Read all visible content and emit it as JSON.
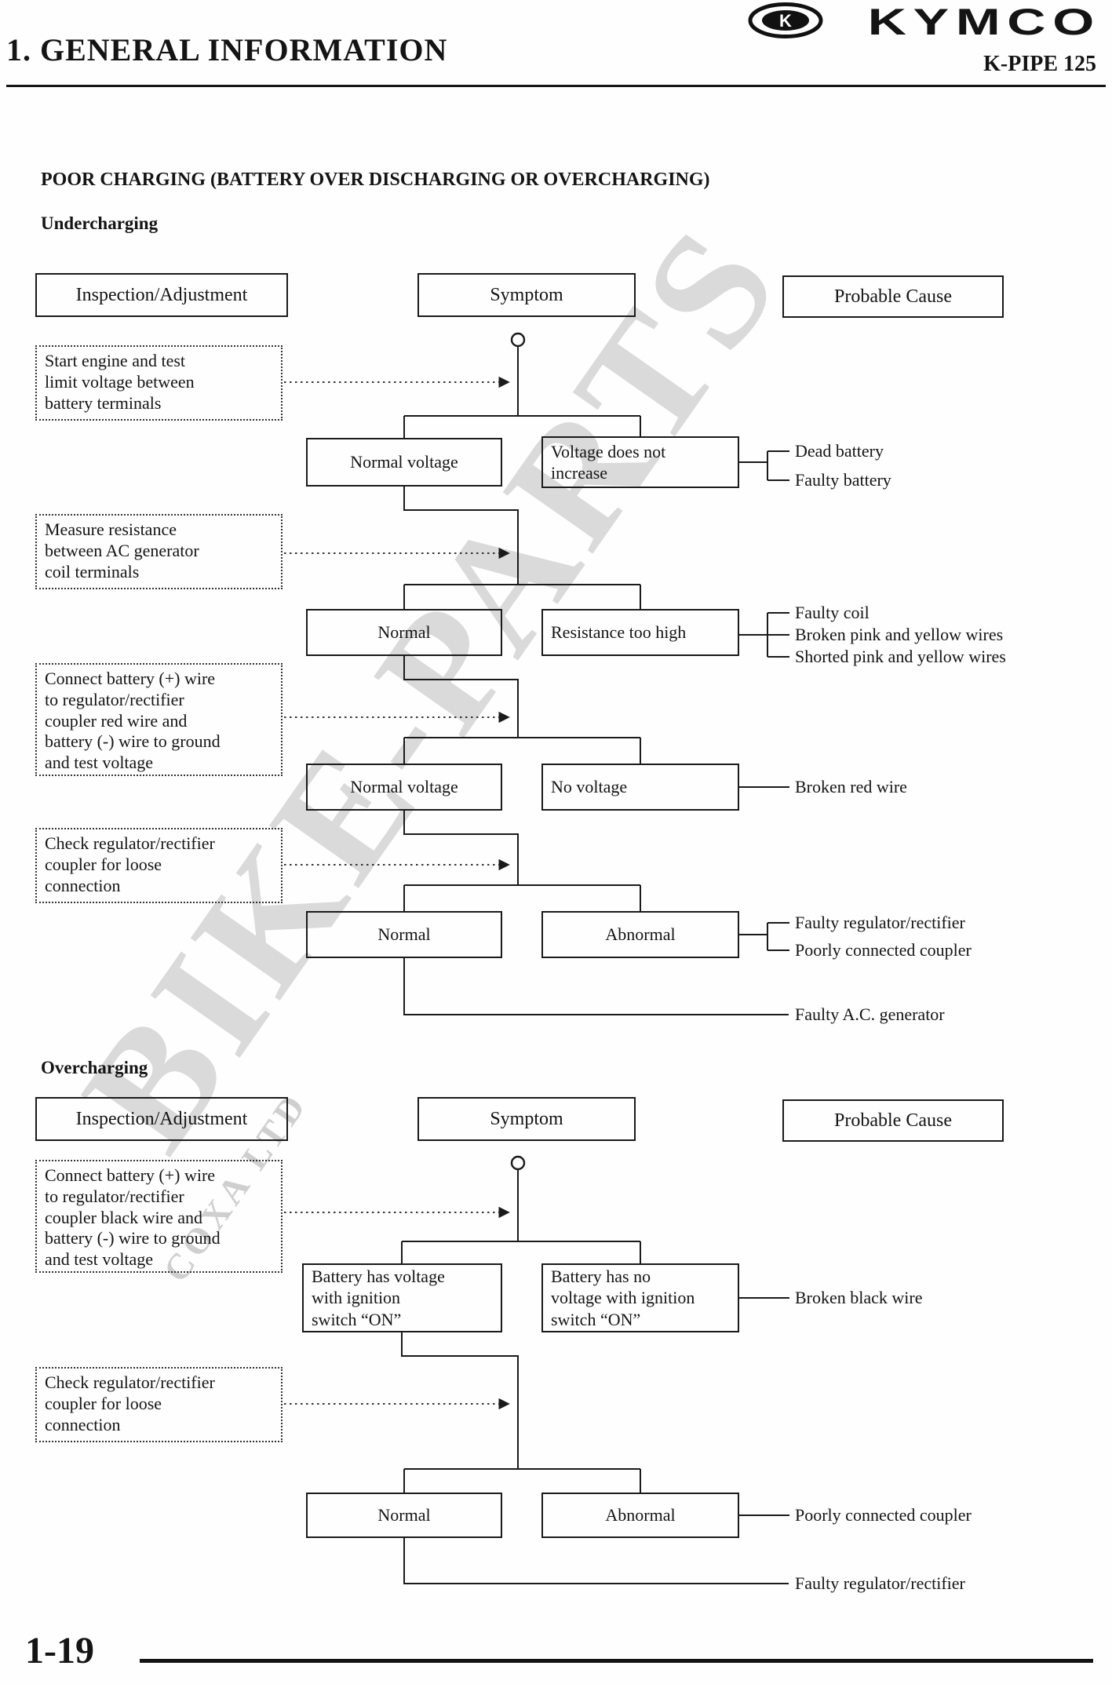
{
  "header": {
    "brand": "KYMCO",
    "logo_letter": "K",
    "section_title": "1. GENERAL INFORMATION",
    "model": "K-PIPE  125"
  },
  "watermark": {
    "main": "BIKE-PARTS",
    "sub": "COXA LTD"
  },
  "page": {
    "title": "POOR CHARGING (BATTERY OVER DISCHARGING OR OVERCHARGING)",
    "number": "1-19"
  },
  "columns": {
    "inspection": "Inspection/Adjustment",
    "symptom": "Symptom",
    "cause": "Probable Cause"
  },
  "undercharging": {
    "heading": "Undercharging",
    "inspections": [
      "Start engine and test\nlimit voltage between\nbattery terminals",
      "Measure resistance\nbetween AC generator\ncoil terminals",
      "Connect battery (+) wire\nto regulator/rectifier\ncoupler red wire and\nbattery (-) wire to ground\nand test voltage",
      "Check regulator/rectifier\ncoupler for loose\nconnection"
    ],
    "symptoms": {
      "row1_ok": "Normal voltage",
      "row1_bad": "Voltage does not\nincrease",
      "row2_ok": "Normal",
      "row2_bad": "Resistance too high",
      "row3_ok": "Normal voltage",
      "row3_bad": "No voltage",
      "row4_ok": "Normal",
      "row4_bad": "Abnormal"
    },
    "causes": {
      "row1": [
        "Dead battery",
        "Faulty battery"
      ],
      "row2": [
        "Faulty coil",
        "Broken pink and yellow wires",
        "Shorted pink and yellow wires"
      ],
      "row3": "Broken red wire",
      "row4": [
        "Faulty regulator/rectifier",
        "Poorly connected coupler"
      ],
      "final": "Faulty A.C. generator"
    }
  },
  "overcharging": {
    "heading": "Overcharging",
    "inspections": [
      "Connect battery (+) wire\nto regulator/rectifier\ncoupler black wire and\nbattery (-) wire to ground\nand test voltage",
      "Check regulator/rectifier\ncoupler for loose\nconnection"
    ],
    "symptoms": {
      "row1_ok": "Battery has voltage\nwith ignition\nswitch “ON”",
      "row1_bad": "Battery has no\nvoltage with ignition\nswitch “ON”",
      "row2_ok": "Normal",
      "row2_bad": "Abnormal"
    },
    "causes": {
      "row1": "Broken black wire",
      "row2": "Poorly connected coupler",
      "final": "Faulty regulator/rectifier"
    }
  }
}
